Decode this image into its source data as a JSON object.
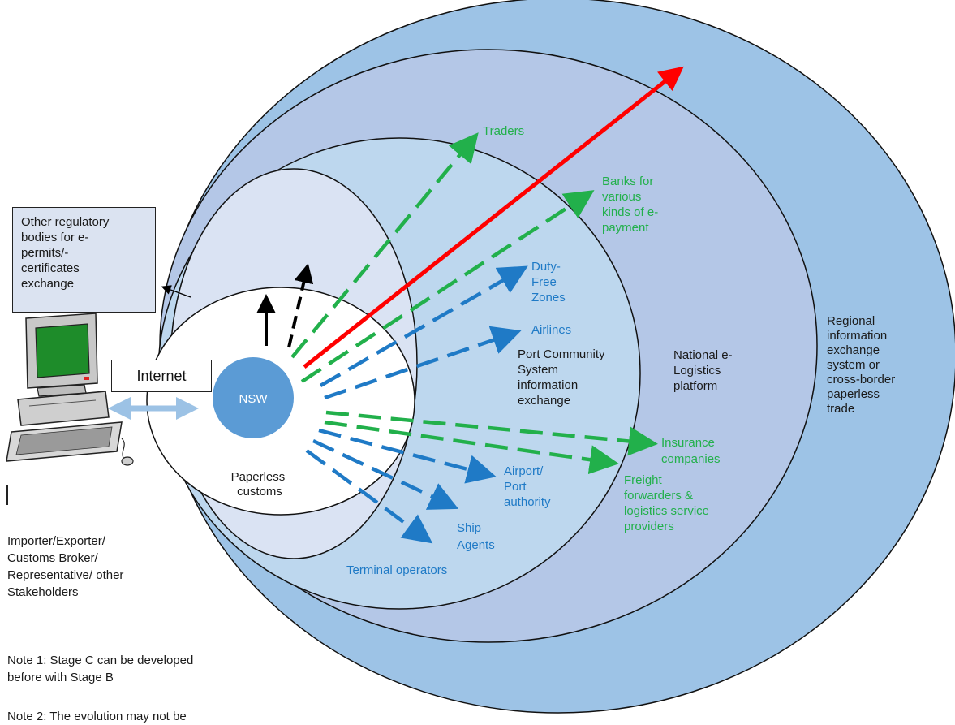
{
  "center": {
    "label": "NSW"
  },
  "stages": {
    "paperless_customs": [
      "Paperless",
      "customs"
    ],
    "port_community": [
      "Port Community",
      "System",
      "information",
      "exchange"
    ],
    "national": [
      "National e-",
      "Logistics",
      "platform"
    ],
    "regional": [
      "Regional",
      "information",
      "exchange",
      "system or",
      "cross-border",
      "paperless",
      "trade"
    ]
  },
  "left_panel": {
    "internet_label": "Internet",
    "regulatory_box": [
      "Other regulatory",
      "bodies for e-",
      "permits/-",
      "certificates",
      "exchange"
    ],
    "stakeholders": [
      "Importer/Exporter/",
      "Customs Broker/",
      "Representative/ other",
      "Stakeholders"
    ],
    "note1": [
      "Note 1: Stage C can be developed",
      "before with Stage B"
    ],
    "note2": "Note 2: The evolution may not be"
  },
  "connections": {
    "green": {
      "traders": [
        "Traders"
      ],
      "banks": [
        "Banks for",
        "various",
        "kinds of e-",
        "payment"
      ],
      "insurance": [
        "Insurance",
        "companies"
      ],
      "freight": [
        "Freight",
        "forwarders &",
        "logistics service",
        "providers"
      ]
    },
    "blue": {
      "duty_free": [
        "Duty-",
        "Free",
        "Zones"
      ],
      "airlines": [
        "Airlines"
      ],
      "airport": [
        "Airport/",
        "Port",
        "authority"
      ],
      "ship_agents": [
        "Ship",
        "Agents"
      ],
      "terminal": [
        "Terminal operators"
      ]
    }
  },
  "colors": {
    "outer_ring": "#9dc3e6",
    "ring_3": "#b4c7e7",
    "ring_2": "#bdd7ee",
    "ring_1": "#dae3f3",
    "nsw_fill": "#5b9bd5",
    "green_arrow": "#22b04b",
    "blue_arrow": "#1f7ac6",
    "red_arrow": "#ff0000",
    "black_arrow": "#000000"
  }
}
